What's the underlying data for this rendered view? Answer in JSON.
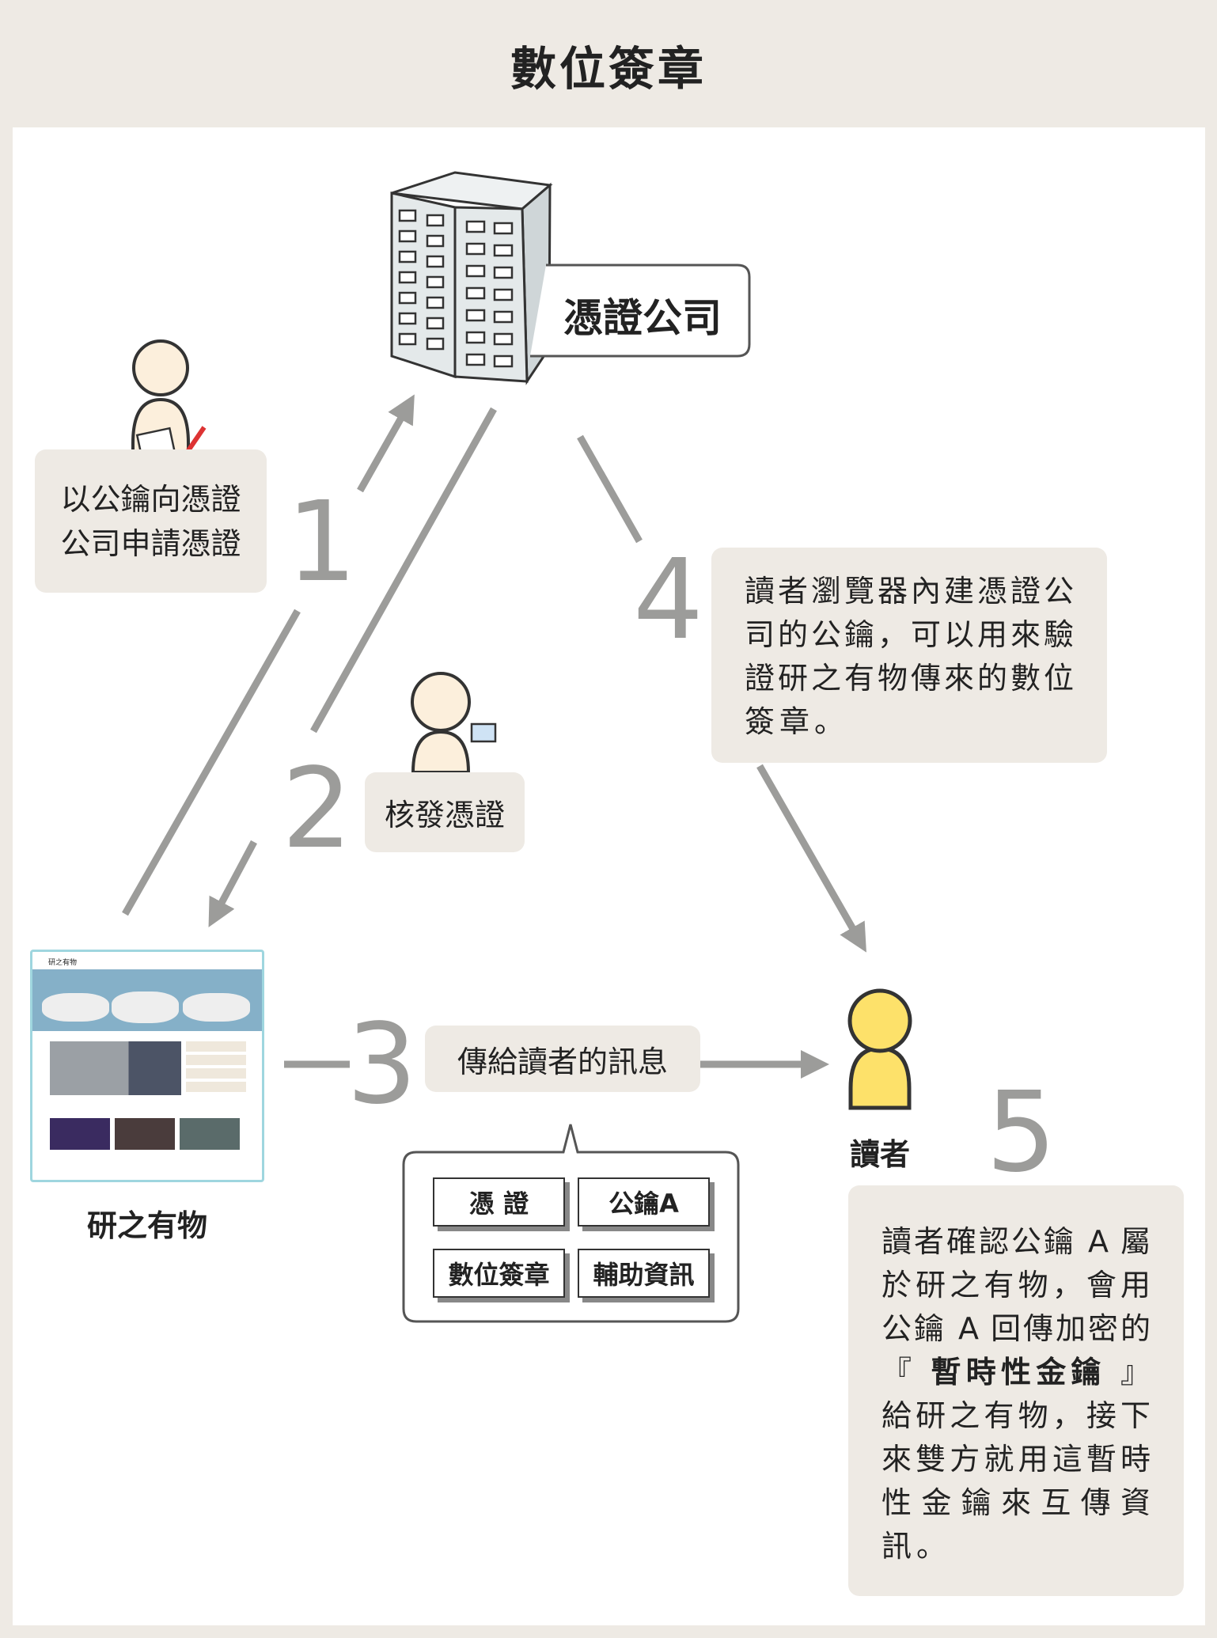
{
  "title": "數位簽章",
  "ca": {
    "label": "憑證公司"
  },
  "steps": {
    "n1": "1",
    "n2": "2",
    "n3": "3",
    "n4": "4",
    "n5": "5",
    "step1_lines": [
      "以公鑰向憑證",
      "公司申請憑證"
    ],
    "step2_label": "核發憑證",
    "step3_label": "傳給讀者的訊息",
    "step4_lines": [
      "讀者瀏覽器內建憑證公",
      "司的公鑰，可以用來驗",
      "證研之有物傳來的數位",
      "簽章。"
    ],
    "step5_lines": [
      "讀者確認公鑰 A 屬",
      "於研之有物，會用",
      "公鑰 A 回傳加密的",
      "給研之有物，接下",
      "來雙方就用這暫時",
      "性金鑰來互傳資",
      "訊。"
    ],
    "step5_quote_open": "『",
    "step5_bold": "暫時性金鑰",
    "step5_quote_close": "』"
  },
  "message_parts": [
    "憑 證",
    "公鑰A",
    "數位簽章",
    "輔助資訊"
  ],
  "website": {
    "label": "研之有物",
    "logo_text": "研之有物"
  },
  "reader": {
    "label": "讀者"
  },
  "colors": {
    "box": "#eeeae4",
    "arrow": "#9c9c9a",
    "reader": "#fde16a",
    "person": "#fcefdc"
  }
}
